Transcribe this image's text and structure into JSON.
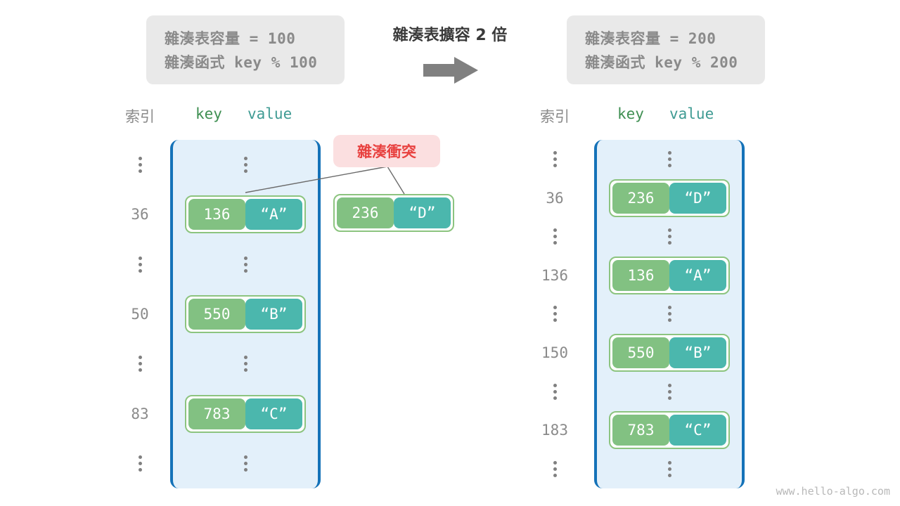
{
  "transform": {
    "title": "雜湊表擴容 2 倍",
    "arrow_icon": "arrow-right-icon"
  },
  "info_left": {
    "capacity_line": "雜湊表容量 = 100",
    "function_line": "雜湊函式 key % 100"
  },
  "info_right": {
    "capacity_line": "雜湊表容量 = 200",
    "function_line": "雜湊函式 key % 200"
  },
  "headers": {
    "index": "索引",
    "key": "key",
    "value": "value"
  },
  "collision": {
    "label": "雜湊衝突"
  },
  "overflow_entry": {
    "key": "236",
    "value": "“D”"
  },
  "watermark": "www.hello-algo.com",
  "colors": {
    "key_cell": "#82c182",
    "value_cell": "#4bb7ad",
    "pair_border": "#8cc47f",
    "bucket_fill": "#e3f0fa",
    "bucket_border": "#1472b8",
    "collision_bg": "#fbdfe0",
    "collision_text": "#e8413f",
    "infobox_bg": "#e9e9e9",
    "infobox_text": "#8a8a8a",
    "index_text": "#8a8a8a",
    "arrow": "#808080"
  },
  "chart_data": {
    "type": "table",
    "title": "雜湊表擴容 2 倍",
    "tables": [
      {
        "name": "before",
        "capacity": 100,
        "hash_function": "key % 100",
        "columns": [
          "索引",
          "key",
          "value"
        ],
        "rows": [
          {
            "index": "⋮",
            "key": "⋮",
            "value": "⋮",
            "ellipsis": true
          },
          {
            "index": "36",
            "key": "136",
            "value": "“A”",
            "ellipsis": false
          },
          {
            "index": "⋮",
            "key": "⋮",
            "value": "⋮",
            "ellipsis": true
          },
          {
            "index": "50",
            "key": "550",
            "value": "“B”",
            "ellipsis": false
          },
          {
            "index": "⋮",
            "key": "⋮",
            "value": "⋮",
            "ellipsis": true
          },
          {
            "index": "83",
            "key": "783",
            "value": "“C”",
            "ellipsis": false
          },
          {
            "index": "⋮",
            "key": "⋮",
            "value": "⋮",
            "ellipsis": true
          }
        ]
      },
      {
        "name": "after",
        "capacity": 200,
        "hash_function": "key % 200",
        "columns": [
          "索引",
          "key",
          "value"
        ],
        "rows": [
          {
            "index": "⋮",
            "key": "⋮",
            "value": "⋮",
            "ellipsis": true
          },
          {
            "index": "36",
            "key": "236",
            "value": "“D”",
            "ellipsis": false
          },
          {
            "index": "⋮",
            "key": "⋮",
            "value": "⋮",
            "ellipsis": true
          },
          {
            "index": "136",
            "key": "136",
            "value": "“A”",
            "ellipsis": false
          },
          {
            "index": "⋮",
            "key": "⋮",
            "value": "⋮",
            "ellipsis": true
          },
          {
            "index": "150",
            "key": "550",
            "value": "“B”",
            "ellipsis": false
          },
          {
            "index": "⋮",
            "key": "⋮",
            "value": "⋮",
            "ellipsis": true
          },
          {
            "index": "183",
            "key": "783",
            "value": "“C”",
            "ellipsis": false
          },
          {
            "index": "⋮",
            "key": "⋮",
            "value": "⋮",
            "ellipsis": true
          }
        ]
      }
    ],
    "annotations": [
      {
        "text": "雜湊衝突",
        "points_to": [
          "before.36.136",
          "overflow.236"
        ]
      }
    ]
  }
}
